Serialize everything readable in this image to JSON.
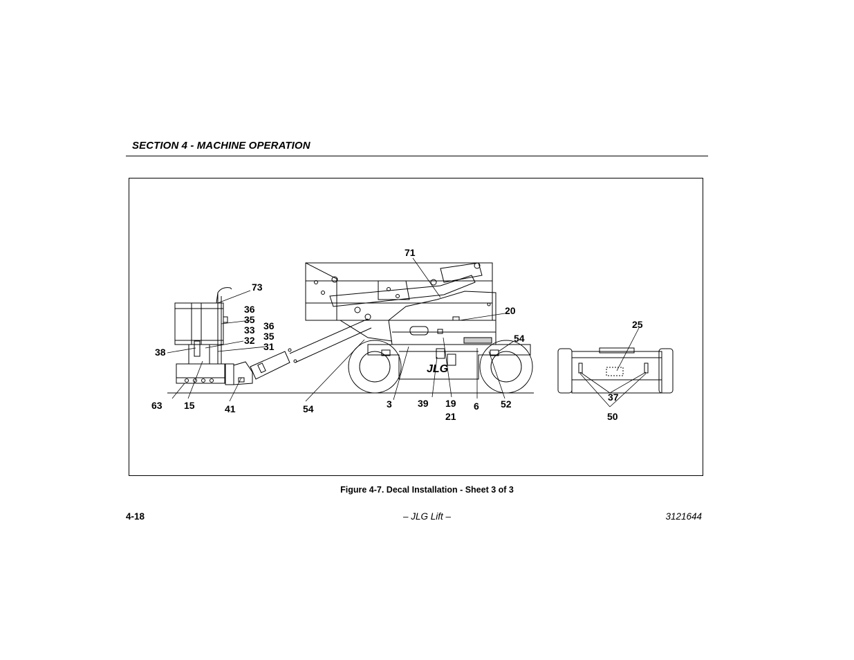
{
  "header": {
    "section_title": "SECTION 4 - MACHINE OPERATION"
  },
  "figure": {
    "caption": "Figure 4-7. Decal Installation - Sheet 3 of 3",
    "callouts": [
      {
        "id": "c73",
        "label": "73"
      },
      {
        "id": "c36a",
        "label": "36"
      },
      {
        "id": "c35a",
        "label": "35"
      },
      {
        "id": "c33",
        "label": "33"
      },
      {
        "id": "c32",
        "label": "32"
      },
      {
        "id": "c36b",
        "label": "36"
      },
      {
        "id": "c35b",
        "label": "35"
      },
      {
        "id": "c31",
        "label": "31"
      },
      {
        "id": "c38",
        "label": "38"
      },
      {
        "id": "c63",
        "label": "63"
      },
      {
        "id": "c15",
        "label": "15"
      },
      {
        "id": "c41",
        "label": "41"
      },
      {
        "id": "c54a",
        "label": "54"
      },
      {
        "id": "c71",
        "label": "71"
      },
      {
        "id": "c20",
        "label": "20"
      },
      {
        "id": "c54b",
        "label": "54"
      },
      {
        "id": "c3",
        "label": "3"
      },
      {
        "id": "c39",
        "label": "39"
      },
      {
        "id": "c19",
        "label": "19"
      },
      {
        "id": "c21",
        "label": "21"
      },
      {
        "id": "c6",
        "label": "6"
      },
      {
        "id": "c52",
        "label": "52"
      },
      {
        "id": "c25",
        "label": "25"
      },
      {
        "id": "c37",
        "label": "37"
      },
      {
        "id": "c50",
        "label": "50"
      }
    ],
    "logo_text": "JLG"
  },
  "footer": {
    "page_number": "4-18",
    "center_text": "– JLG Lift –",
    "doc_number": "3121644"
  }
}
